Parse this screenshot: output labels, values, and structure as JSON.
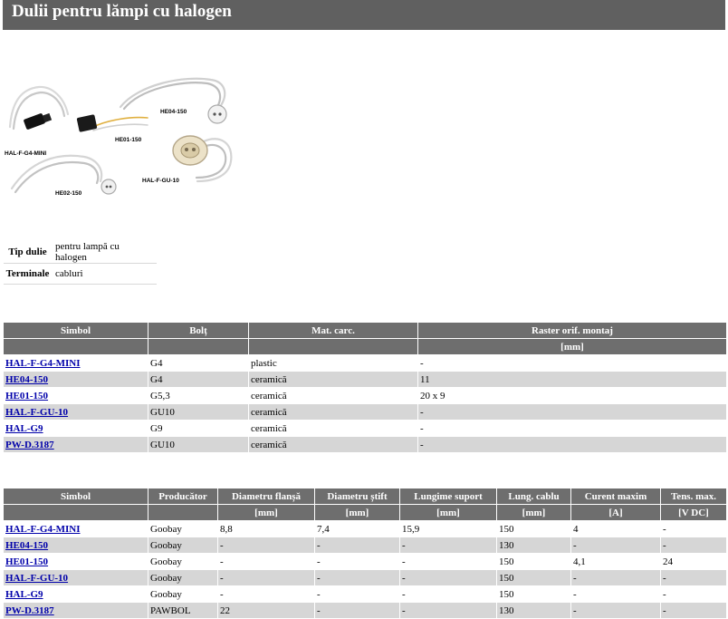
{
  "page": {
    "title": "Dulii pentru lămpi cu halogen"
  },
  "photo": {
    "labels": [
      "HAL-F-G4-MINI",
      "HE04-150",
      "HE01-150",
      "HE02-150",
      "HAL-F-GU-10"
    ]
  },
  "attributes": [
    {
      "key": "Tip dulie",
      "value": "pentru lampă cu halogen"
    },
    {
      "key": "Terminale",
      "value": "cabluri"
    }
  ],
  "table1": {
    "headers": [
      "Simbol",
      "Bolț",
      "Mat. carc.",
      "Raster orif. montaj"
    ],
    "units": [
      "",
      "",
      "",
      "[mm]"
    ],
    "rows": [
      [
        "HAL-F-G4-MINI",
        "G4",
        "plastic",
        "-"
      ],
      [
        "HE04-150",
        "G4",
        "ceramică",
        "11"
      ],
      [
        "HE01-150",
        "G5,3",
        "ceramică",
        "20 x 9"
      ],
      [
        "HAL-F-GU-10",
        "GU10",
        "ceramică",
        "-"
      ],
      [
        "HAL-G9",
        "G9",
        "ceramică",
        "-"
      ],
      [
        "PW-D.3187",
        "GU10",
        "ceramică",
        "-"
      ]
    ]
  },
  "table2": {
    "headers": [
      "Simbol",
      "Producător",
      "Diametru flanșă",
      "Diametru știft",
      "Lungime suport",
      "Lung. cablu",
      "Curent maxim",
      "Tens. max."
    ],
    "units": [
      "",
      "",
      "[mm]",
      "[mm]",
      "[mm]",
      "[mm]",
      "[A]",
      "[V DC]"
    ],
    "rows": [
      [
        "HAL-F-G4-MINI",
        "Goobay",
        "8,8",
        "7,4",
        "15,9",
        "150",
        "4",
        "-"
      ],
      [
        "HE04-150",
        "Goobay",
        "-",
        "-",
        "-",
        "130",
        "-",
        "-"
      ],
      [
        "HE01-150",
        "Goobay",
        "-",
        "-",
        "-",
        "150",
        "4,1",
        "24"
      ],
      [
        "HAL-F-GU-10",
        "Goobay",
        "-",
        "-",
        "-",
        "150",
        "-",
        "-"
      ],
      [
        "HAL-G9",
        "Goobay",
        "-",
        "-",
        "-",
        "150",
        "-",
        "-"
      ],
      [
        "PW-D.3187",
        "PAWBOL",
        "22",
        "-",
        "-",
        "130",
        "-",
        "-"
      ]
    ]
  }
}
